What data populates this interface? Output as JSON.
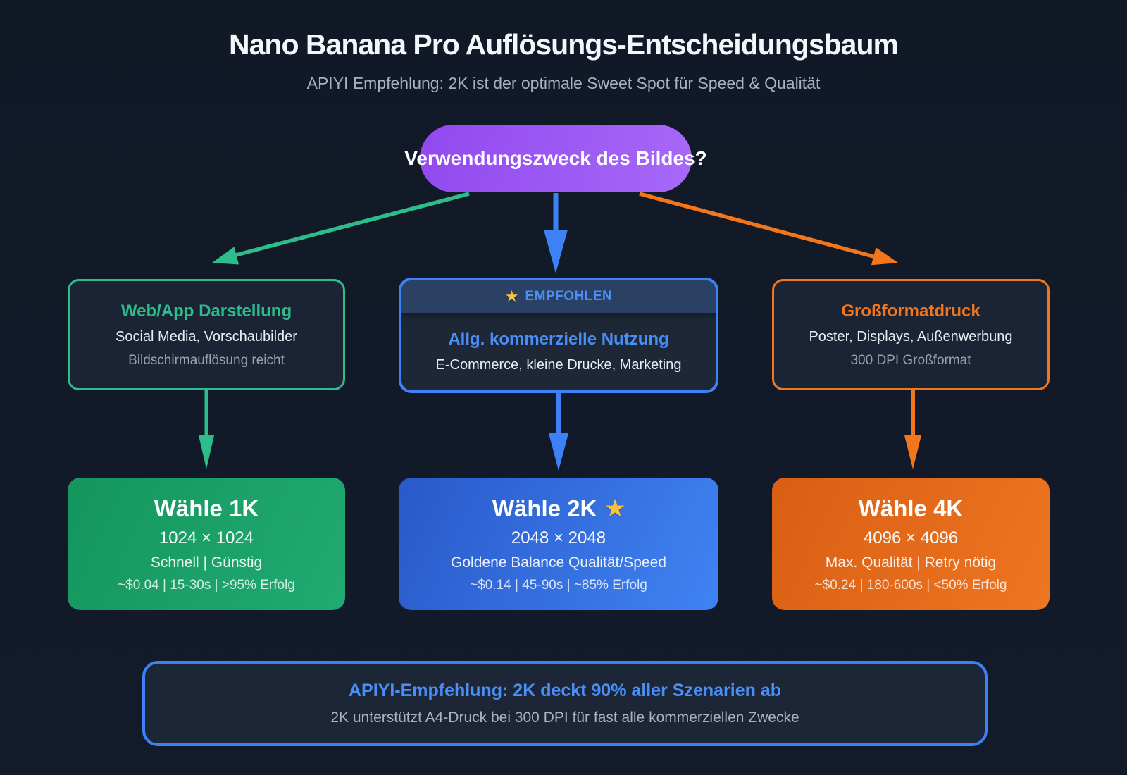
{
  "colors": {
    "bg": "#121a29",
    "card-bg": "#1b2434",
    "card-bg2": "#1d2736",
    "band-bg": "#2b4164",
    "green": "#2dbd8a",
    "blue": "#3c82f6",
    "blue-text": "#4a8ef7",
    "orange": "#f2761b",
    "purple1": "#9149ee",
    "purple2": "#a768f8",
    "star": "#f6c443",
    "green-grad-a": "#14965e",
    "green-grad-b": "#21aa72",
    "blue-grad-a": "#2a59c9",
    "blue-grad-b": "#3f83f2",
    "orange-grad-a": "#d95e14",
    "orange-grad-b": "#ee7621"
  },
  "icons": {
    "star": "★"
  },
  "header": {
    "title": "Nano Banana Pro Auflösungs-Entscheidungsbaum",
    "subtitle": "APIYI Empfehlung: 2K ist der optimale Sweet Spot für Speed & Qualität"
  },
  "root_node": {
    "label": "Verwendungszweck des Bildes?"
  },
  "branches": [
    {
      "id": "web",
      "accent": "green",
      "title": "Web/App Darstellung",
      "line1": "Social Media, Vorschaubilder",
      "line2": "Bildschirmauflösung reicht",
      "result": {
        "title": "Wähle 1K",
        "resolution": "1024 × 1024",
        "desc": "Schnell | Günstig",
        "stats": "~$0.04 | 15-30s | >95% Erfolg"
      }
    },
    {
      "id": "commercial",
      "accent": "blue",
      "badge": "EMPFOHLEN",
      "title": "Allg. kommerzielle Nutzung",
      "line1": "E-Commerce, kleine Drucke, Marketing",
      "result": {
        "title": "Wähle 2K",
        "resolution": "2048 × 2048",
        "desc": "Goldene Balance Qualität/Speed",
        "stats": "~$0.14 | 45-90s | ~85% Erfolg"
      }
    },
    {
      "id": "print",
      "accent": "orange",
      "title": "Großformatdruck",
      "line1": "Poster, Displays, Außenwerbung",
      "line2": "300 DPI Großformat",
      "result": {
        "title": "Wähle 4K",
        "resolution": "4096 × 4096",
        "desc": "Max. Qualität | Retry nötig",
        "stats": "~$0.24 | 180-600s | <50% Erfolg"
      }
    }
  ],
  "footer": {
    "title": "APIYI-Empfehlung: 2K deckt 90% aller Szenarien ab",
    "subtitle": "2K unterstützt A4-Druck bei 300 DPI für fast alle kommerziellen Zwecke"
  }
}
